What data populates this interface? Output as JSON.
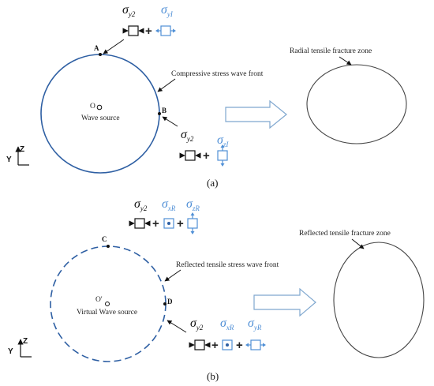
{
  "colors": {
    "blue": "#2e5fa3",
    "light_blue": "#4f8fd6",
    "black": "#111111",
    "gray": "#444444",
    "arrow_outline": "#7fa7cf"
  },
  "panel_a": {
    "caption": "(a)",
    "source_label": "O",
    "source_caption": "Wave source",
    "point_a": "A",
    "point_b": "B",
    "front_label": "Compressive stress wave front",
    "zone_label": "Radial tensile fracture zone",
    "stress_a": [
      {
        "symbol": "σ",
        "sub": "y2",
        "color": "#111111"
      },
      {
        "symbol": "σ",
        "sub": "yI",
        "color": "#4f8fd6"
      }
    ],
    "stress_b": [
      {
        "symbol": "σ",
        "sub": "y2",
        "color": "#111111"
      },
      {
        "symbol": "σ",
        "sub": "zI",
        "color": "#4f8fd6"
      }
    ],
    "plus": "+",
    "axis_z": "Z",
    "axis_y": "Y"
  },
  "panel_b": {
    "caption": "(b)",
    "source_label": "O'",
    "source_caption": "Virtual Wave source",
    "point_c": "C",
    "point_d": "D",
    "front_label": "Reflected tensile stress wave front",
    "zone_label": "Reflected tensile fracture zone",
    "stress_c": [
      {
        "symbol": "σ",
        "sub": "y2",
        "color": "#111111"
      },
      {
        "symbol": "σ",
        "sub": "xR",
        "color": "#4f8fd6"
      },
      {
        "symbol": "σ",
        "sub": "zR",
        "color": "#4f8fd6"
      }
    ],
    "stress_d": [
      {
        "symbol": "σ",
        "sub": "y2",
        "color": "#111111"
      },
      {
        "symbol": "σ",
        "sub": "xR",
        "color": "#4f8fd6"
      },
      {
        "symbol": "σ",
        "sub": "yR",
        "color": "#4f8fd6"
      }
    ],
    "plus": "+",
    "axis_z": "Z",
    "axis_y": "Y"
  }
}
